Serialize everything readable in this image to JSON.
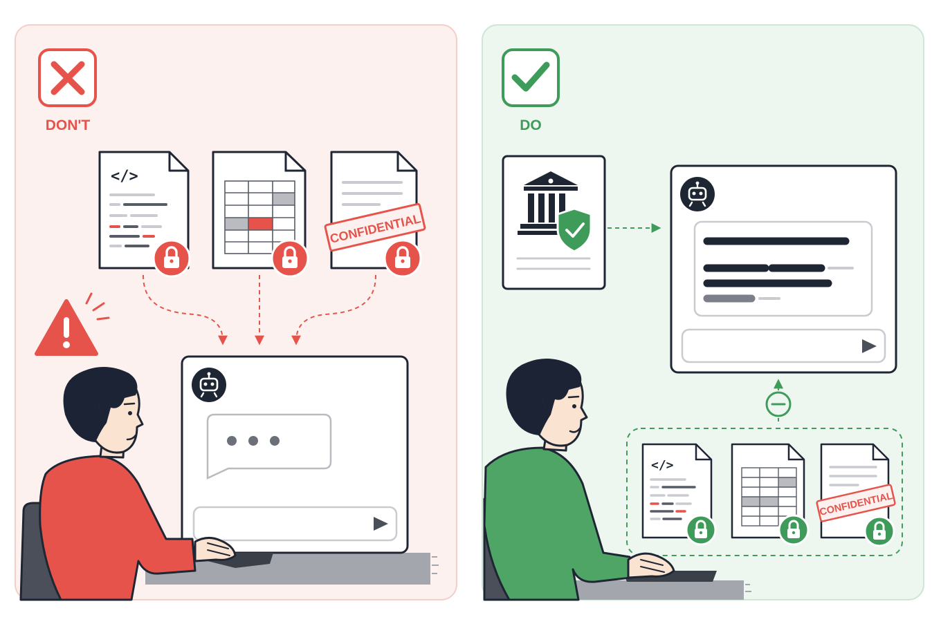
{
  "dont_panel": {
    "label": "DON'T",
    "colors": {
      "accent": "#e5534b",
      "panel_bg": "#fdf1f0",
      "panel_border": "#f3cfcc"
    },
    "stamp_text": "CONFIDENTIAL"
  },
  "do_panel": {
    "label": "DO",
    "colors": {
      "accent": "#3f9b5a",
      "panel_bg": "#eef6f0",
      "panel_border": "#cfe6d5"
    },
    "stamp_text": "CONFIDENTIAL"
  },
  "colors": {
    "ink": "#1f2633",
    "line_gray": "#c9cbd0",
    "dark_gray": "#565b66",
    "chair": "#4a4f59",
    "desk": "#a3a6ad",
    "skin": "#fbe3d2",
    "hair": "#1b2335"
  },
  "icons": {
    "dont": "x-mark-icon",
    "do": "check-mark-icon",
    "warning": "warning-triangle-icon",
    "bot": "robot-icon",
    "lock": "lock-icon",
    "send": "send-arrow-icon",
    "bank": "bank-building-icon",
    "shield": "shield-check-icon",
    "minus": "minus-circle-icon"
  }
}
